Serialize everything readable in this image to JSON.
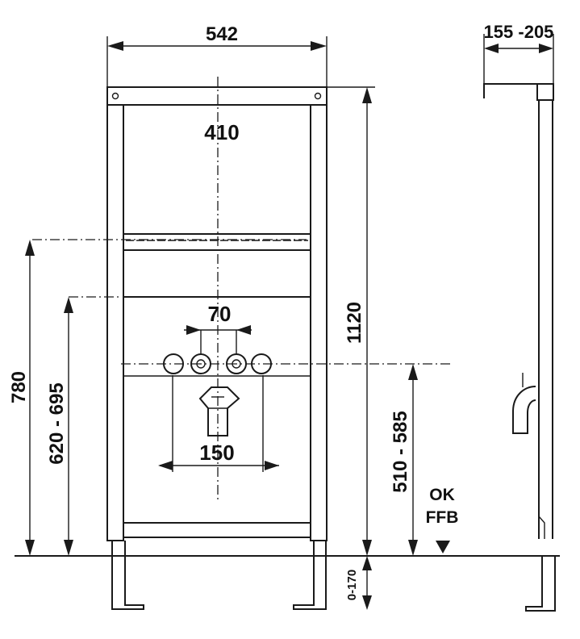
{
  "labels": {
    "width_overall": "542",
    "inner_width": "410",
    "depth_range": "155 -205",
    "height_total": "1120",
    "height_780": "780",
    "height_range_620_695": "620 - 695",
    "height_range_510_585": "510 - 585",
    "spacing_70": "70",
    "spacing_150": "150",
    "floor_ok": "OK",
    "floor_ffb": "FFB",
    "leg_range": "0-170"
  },
  "colors": {
    "ink": "#1a1a1a",
    "background": "#ffffff"
  }
}
